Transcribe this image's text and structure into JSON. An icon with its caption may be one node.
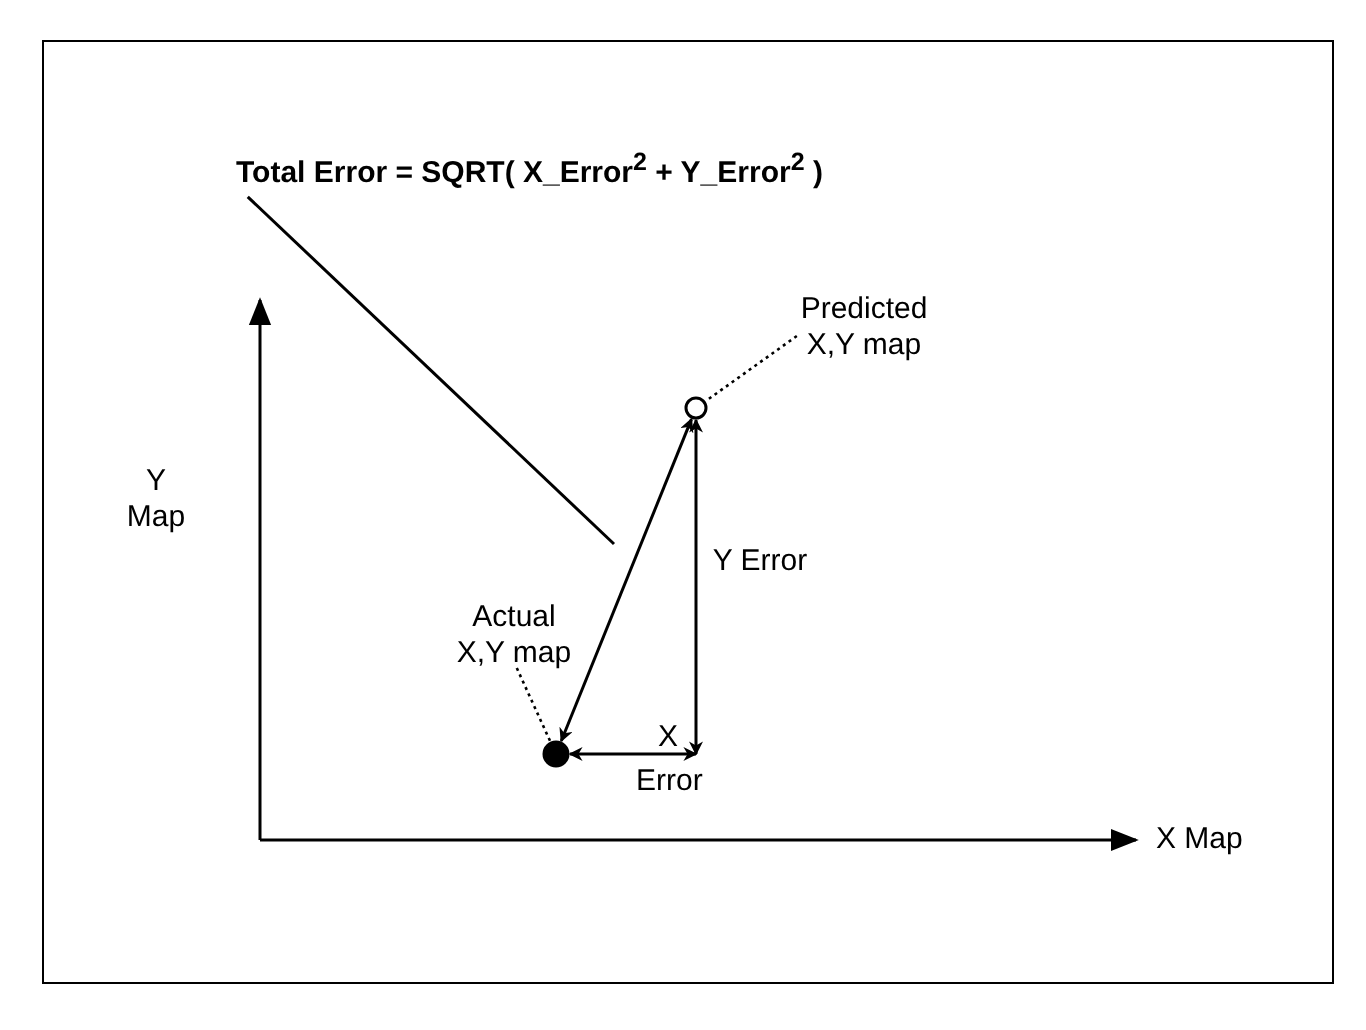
{
  "diagram": {
    "nodes": [
      {
        "text": [
          "Total Error = SQRT( X_Error$^{2}$ + Y_Error$^{2}$ )"
        ]
      },
      {
        "text": [
          "Predicted X,Y map"
        ]
      },
      {
        "text": [],
        "shape": "circle"
      },
      {
        "text": [
          "Actual X,Y map"
        ]
      },
      {
        "text": [],
        "shape": "circle"
      }
    ],
    "edges": [
      {
        "from": 0,
        "to": null,
        "arrow": "none"
      },
      {
        "from": 1,
        "to": 2,
        "arrow": "none",
        "style": "dashed"
      },
      {
        "from": 3,
        "to": 4,
        "arrow": "none",
        "style": "dashed"
      },
      {
        "from": 4,
        "to": 2,
        "arrow": "both"
      },
      {
        "from": null,
        "to": 2,
        "arrow": "both",
        "label": "Y Error"
      },
      {
        "from": 4,
        "to": null,
        "arrow": "both",
        "label": "X Error"
      }
    ],
    "labels": [
      "Y Map",
      "X Map"
    ]
  }
}
